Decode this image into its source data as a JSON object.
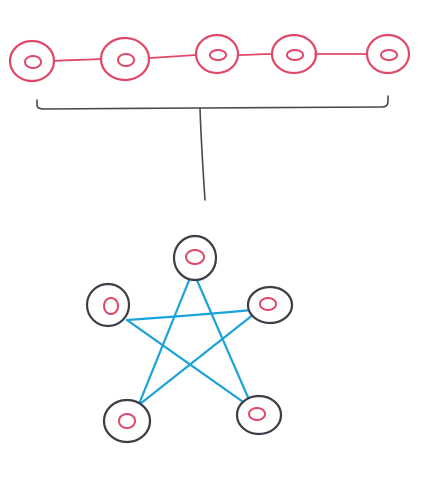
{
  "colors": {
    "background": "#ffffff",
    "chain_node": "#e0486a",
    "chain_link": "#e0486a",
    "bracket": "#4a4a4a",
    "star_node_outer": "#3a3f47",
    "star_node_inner": "#e0486a",
    "star_edge": "#1aa3d9"
  },
  "diagram": {
    "top_chain": {
      "node_count": 5,
      "edges": [
        [
          0,
          1
        ],
        [
          1,
          2
        ],
        [
          2,
          3
        ],
        [
          3,
          4
        ]
      ]
    },
    "bracket": {
      "spans": "top_chain",
      "points_to": "star_graph"
    },
    "star_graph": {
      "node_count": 5,
      "edges": [
        [
          0,
          2
        ],
        [
          0,
          3
        ],
        [
          1,
          2
        ],
        [
          1,
          4
        ],
        [
          3,
          4
        ]
      ]
    }
  }
}
